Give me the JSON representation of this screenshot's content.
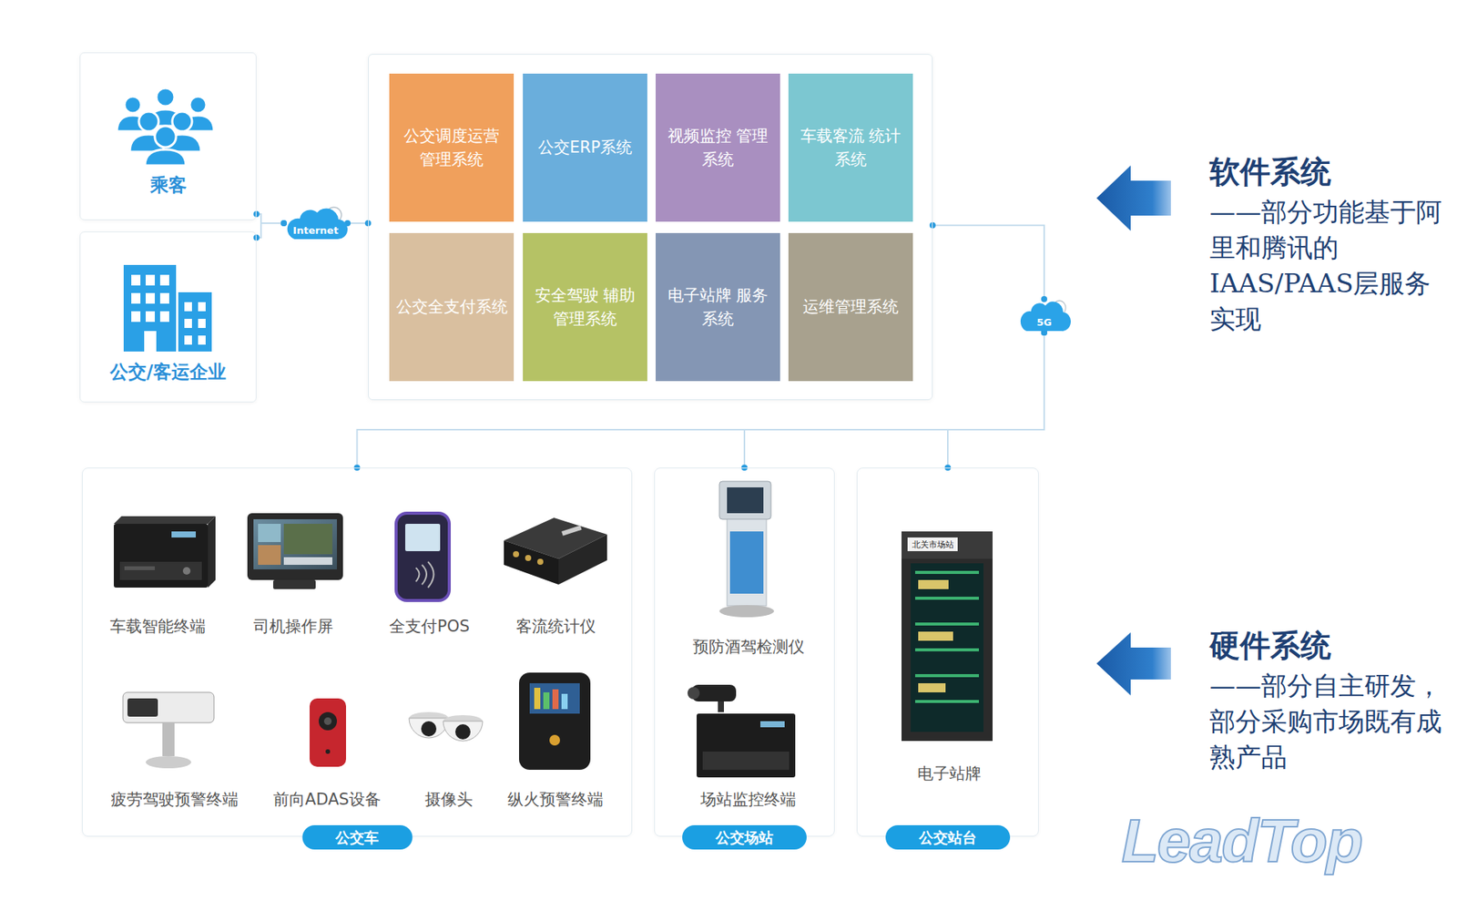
{
  "diagram": {
    "nodes": [
      {
        "text": [
          "乘客"
        ]
      },
      {
        "text": [
          "公交/客运企业"
        ]
      },
      {
        "text": [
          "Internet"
        ]
      },
      {
        "text": []
      },
      {
        "text": [
          "公交调度运营 管理系统"
        ],
        "in": 3
      },
      {
        "text": [
          "公交ERP系统"
        ],
        "in": 3
      },
      {
        "text": [
          "视频监控 管理系统"
        ],
        "in": 3
      },
      {
        "text": [
          "车载客流 统计系统"
        ],
        "in": 3
      },
      {
        "text": [
          "公交全支付系统"
        ],
        "in": 3
      },
      {
        "text": [
          "安全驾驶 辅助管理系统"
        ],
        "in": 3
      },
      {
        "text": [
          "电子站牌 服务系统"
        ],
        "in": 3
      },
      {
        "text": [
          "运维管理系统"
        ],
        "in": 3
      },
      {
        "text": [
          "5G"
        ]
      },
      {
        "text": [
          "公交车"
        ]
      },
      {
        "text": [
          "公交场站"
        ]
      },
      {
        "text": [
          "公交站台"
        ]
      }
    ],
    "edges": [
      {
        "from": 0,
        "to": 2,
        "arrow": "none"
      },
      {
        "from": 1,
        "to": 2,
        "arrow": "none"
      },
      {
        "from": 2,
        "to": 3,
        "arrow": "none"
      },
      {
        "from": 3,
        "to": 12,
        "arrow": "none"
      },
      {
        "from": 12,
        "to": 13,
        "arrow": "none"
      },
      {
        "from": 12,
        "to": 14,
        "arrow": "none"
      },
      {
        "from": 12,
        "to": 15,
        "arrow": "none"
      }
    ],
    "labels": [
      "车载智能终端",
      "司机操作屏",
      "全支付POS",
      "客流统计仪",
      "疲劳驾驶预警终端",
      "前向ADAS设备",
      "摄像头",
      "纵火预警终端",
      "预防酒驾检测仪",
      "场站监控终端",
      "电子站牌",
      "北关市场站",
      "软件系统",
      "——部分功能基于阿里和腾讯的IAAS/PAAS层服务实现",
      "硬件系统",
      "——部分自主研发，部分采购市场既有成熟产品",
      "LeadTop"
    ]
  }
}
